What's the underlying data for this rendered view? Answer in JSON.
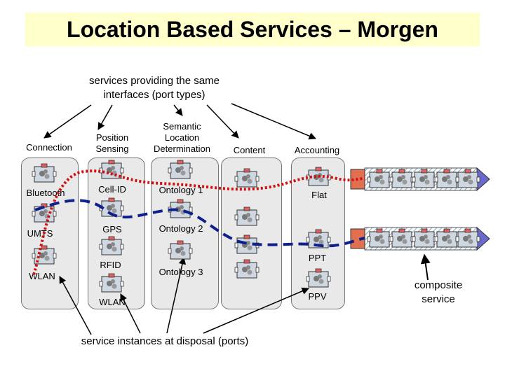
{
  "title": "Location Based Services – Morgen",
  "top_note": {
    "line1": "services providing the same",
    "line2": "interfaces (port types)"
  },
  "bottom_note": "service instances at disposal (ports)",
  "composite_note": {
    "line1": "composite",
    "line2": "service"
  },
  "headers": {
    "connection": "Connection",
    "position": {
      "line1": "Position",
      "line2": "Sensing"
    },
    "semantic": {
      "line1": "Semantic",
      "line2": "Location",
      "line3": "Determination"
    },
    "content": "Content",
    "accounting": "Accounting"
  },
  "connection_items": [
    "Bluetooth",
    "UMTS",
    "WLAN"
  ],
  "position_items": [
    "Cell-ID",
    "GPS",
    "RFID",
    "WLAN"
  ],
  "semantic_items": [
    "Ontology 1",
    "Ontology 2",
    "Ontology 3"
  ],
  "accounting_items": [
    "Flat",
    "PPT",
    "PPV"
  ],
  "colors": {
    "title_bg": "#ffffcc",
    "path_red": "#d01010",
    "path_blue": "#10208a",
    "column_bg": "#e9e9e9"
  }
}
